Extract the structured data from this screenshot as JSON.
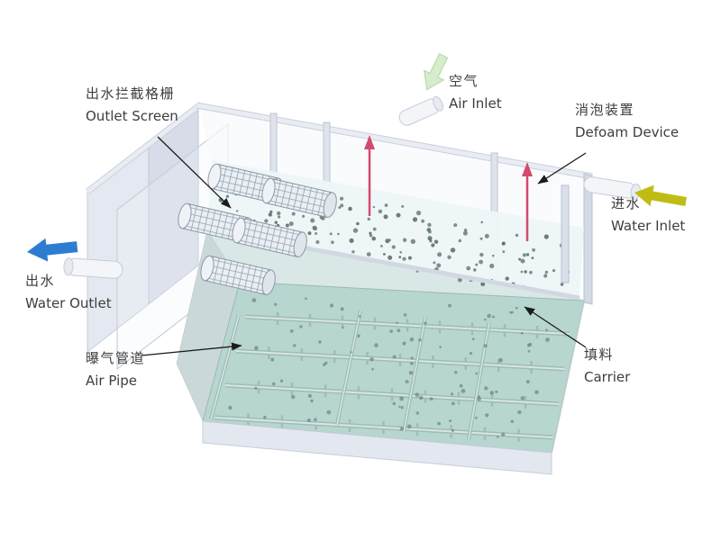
{
  "labels": {
    "outlet_screen": {
      "zh": "出水拦截格栅",
      "en": "Outlet Screen"
    },
    "air_inlet": {
      "zh": "空气",
      "en": "Air Inlet"
    },
    "defoam_device": {
      "zh": "消泡装置",
      "en": "Defoam Device"
    },
    "water_inlet": {
      "zh": "进水",
      "en": "Water Inlet"
    },
    "water_outlet": {
      "zh": "出水",
      "en": "Water Outlet"
    },
    "air_pipe": {
      "zh": "曝气管道",
      "en": "Air Pipe"
    },
    "carrier": {
      "zh": "填料",
      "en": "Carrier"
    }
  },
  "colors": {
    "label_text": "#3d3d3d",
    "annotation_line": "#1c1c1c",
    "water_outlet_arrow": "#2e7cd2",
    "water_inlet_arrow": "#bfbc16",
    "air_inlet_arrow": "#d7eccd",
    "air_inlet_arrow_edge": "#b2d5a4",
    "defoam_arrow": "#d6496f",
    "tank_wall": "#e4e8f0",
    "tank_wall_dark": "#d7dce8",
    "water_surface": "#edf5f7",
    "floor": "#b7d6d0",
    "pipe_color": "#9fbcb6",
    "carrier_dot": "#6b7d75"
  }
}
